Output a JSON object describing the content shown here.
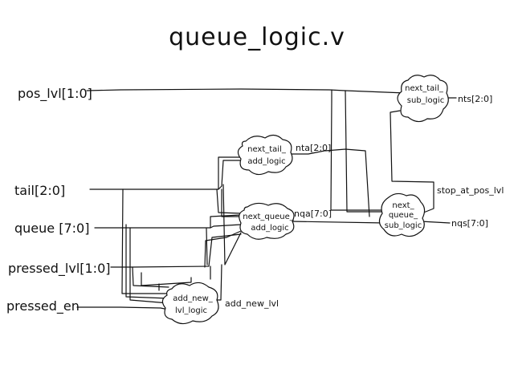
{
  "title": "queue_logic.v",
  "inputs": {
    "pos_lvl": "pos_lvl[1:0]",
    "tail": "tail[2:0]",
    "queue": "queue [7:0]",
    "pressed_lvl": "pressed_lvl[1:0]",
    "pressed_en": "pressed_en"
  },
  "blocks": {
    "next_tail_sub": [
      "next_tail_",
      "sub_logic"
    ],
    "next_tail_add": [
      "next_tail_",
      "add_logic"
    ],
    "next_queue_add": [
      "next_queue_",
      "add_logic"
    ],
    "next_queue_sub": [
      "next_",
      "queue_",
      "sub_logic"
    ],
    "add_new_lvl": [
      "add_new_",
      "lvl_logic"
    ]
  },
  "signals": {
    "nts": "nts[2:0]",
    "nta": "nta[2:0]",
    "nqa": "nqa[7:0]",
    "nqs": "nqs[7:0]",
    "stop_at_pos_lvl": "stop_at_pos_lvl",
    "add_new_lvl": "add_new_lvl"
  }
}
